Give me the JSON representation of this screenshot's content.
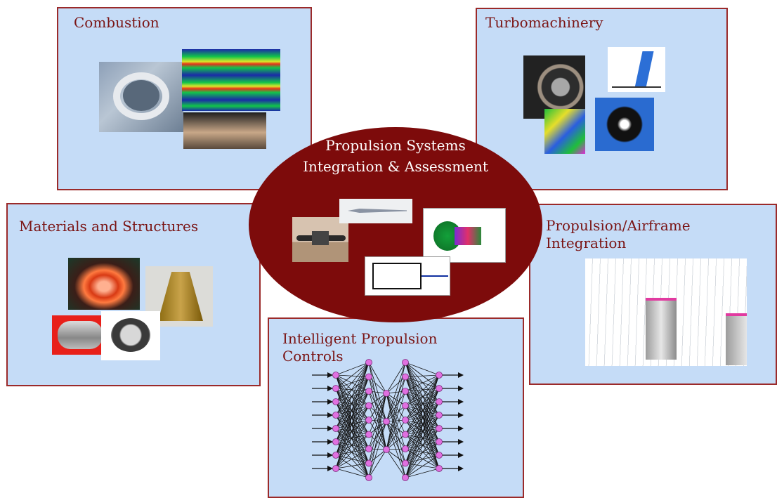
{
  "hub": {
    "title": "Propulsion Systems\nIntegration & Assessment"
  },
  "panels": {
    "combustion": "Combustion",
    "turbomachinery": "Turbomachinery",
    "materials": "Materials and Structures",
    "airframe": "Propulsion/Airframe\nIntegration",
    "controls": "Intelligent Propulsion\nControls"
  },
  "colors": {
    "panel_fill": "#c5dcf7",
    "border": "#9b2a2a",
    "title_text": "#7a1414",
    "hub_fill": "#7d0b0b",
    "neuron": "#e070e0"
  },
  "network": {
    "layers": [
      8,
      9,
      3,
      9,
      8
    ],
    "inputs": 8,
    "outputs": 8
  }
}
